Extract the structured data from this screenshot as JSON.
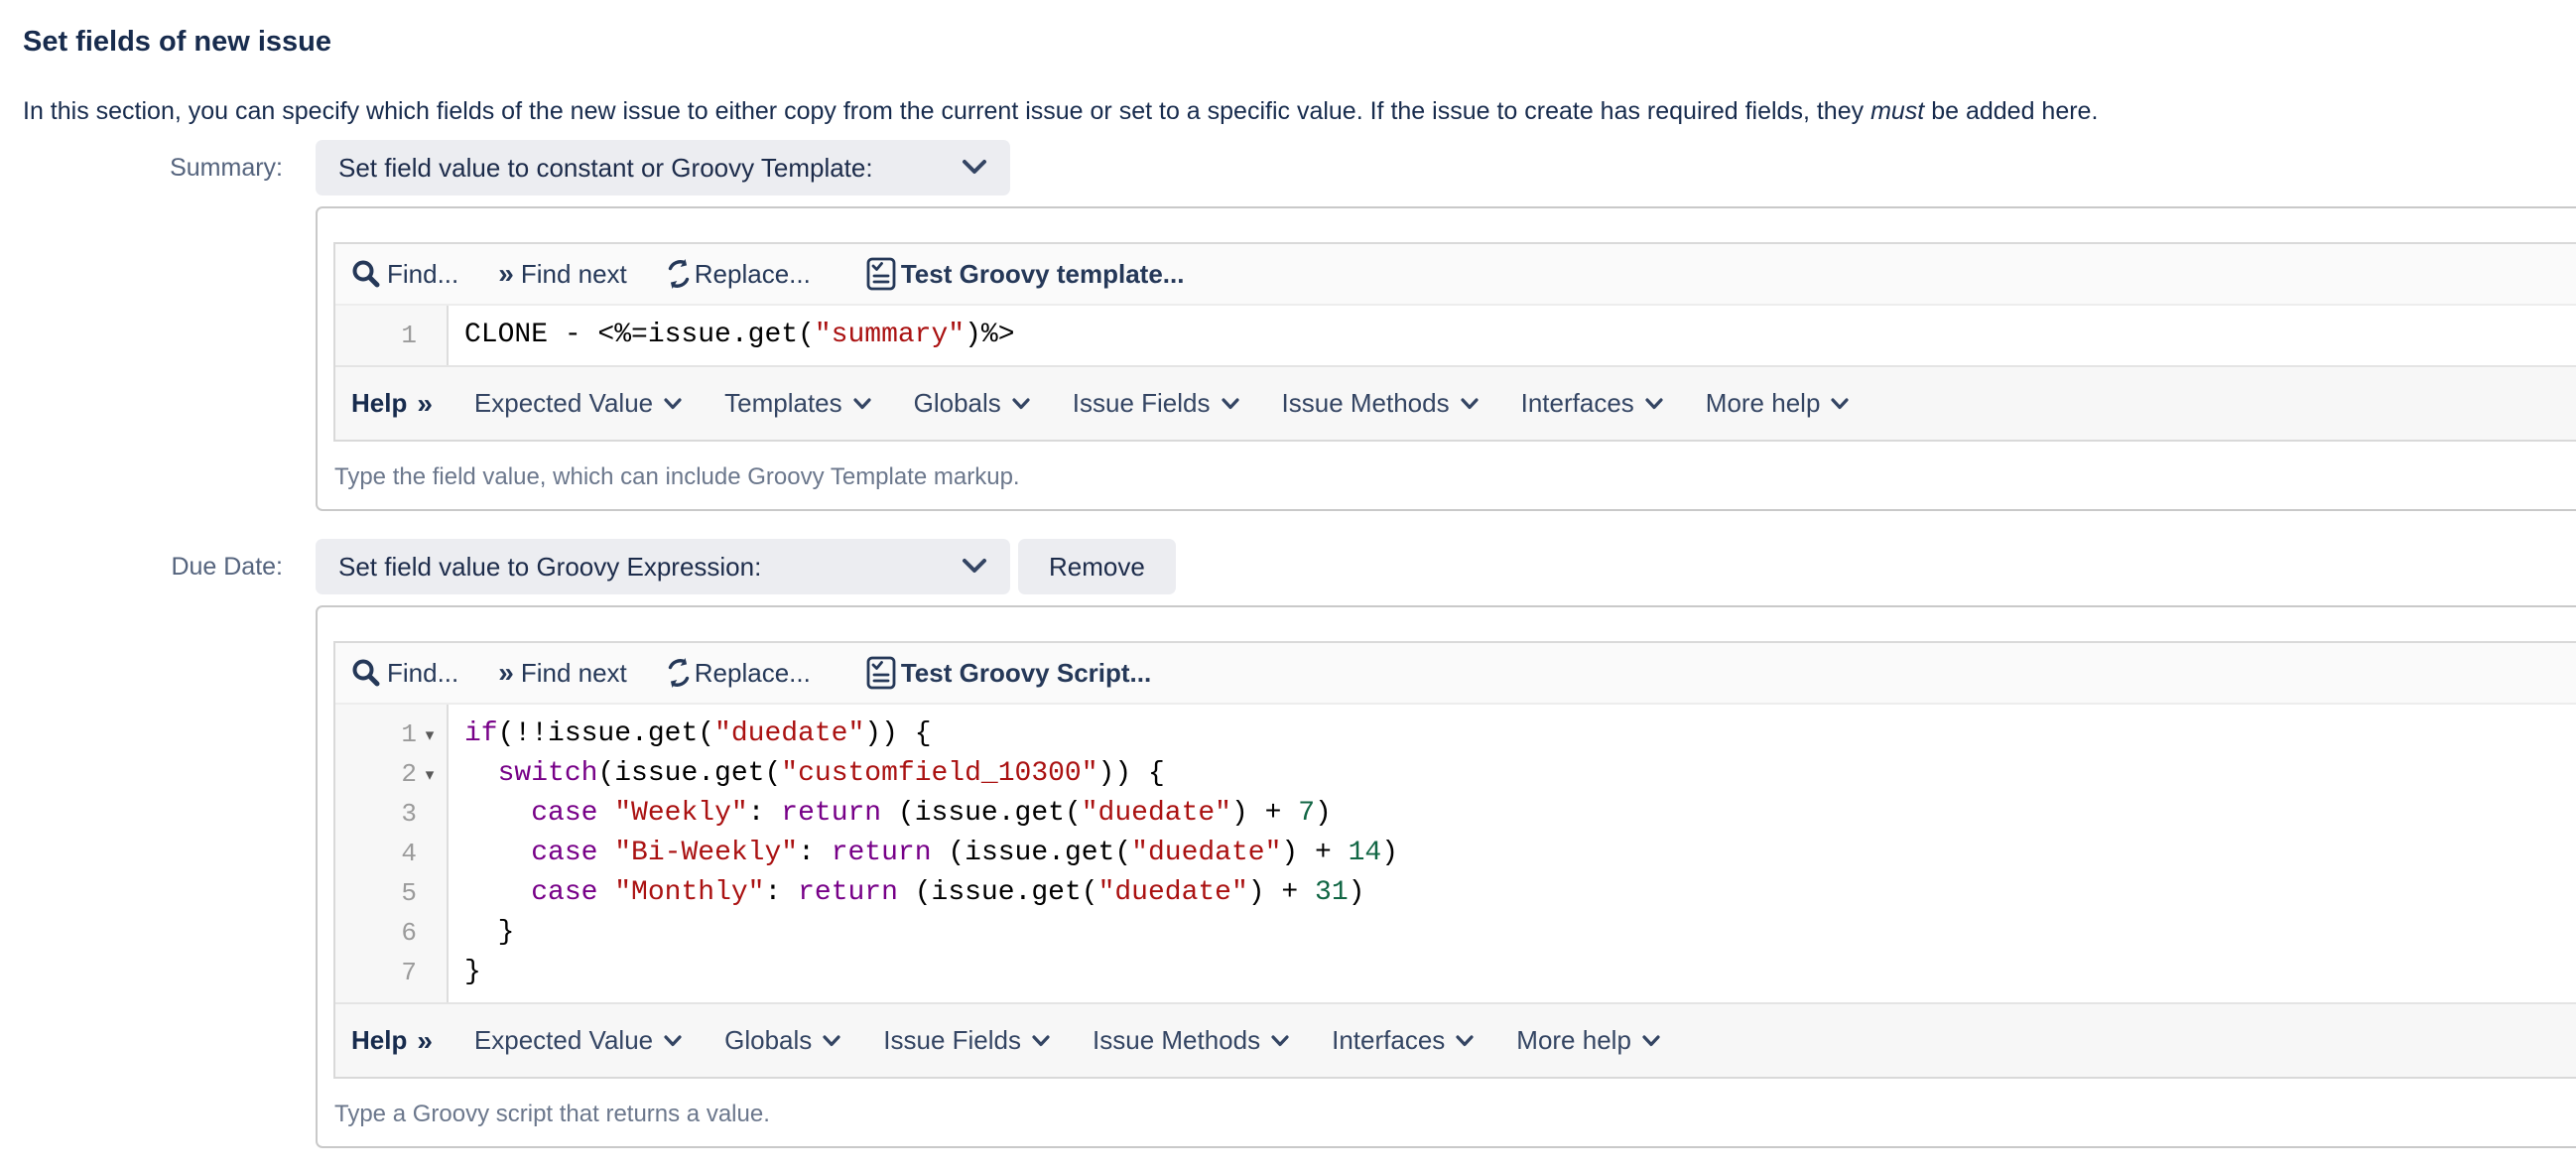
{
  "page": {
    "title": "Set fields of new issue",
    "description": {
      "prefix": "In this section, you can specify which fields of the new issue to either copy from the current issue or set to a specific value. If the issue to create has required fields, they ",
      "em": "must",
      "suffix": " be added here."
    }
  },
  "colors": {
    "text_navy": "#172B4D",
    "control_bg": "#ECEDF1",
    "code_keyword": "#770088",
    "code_string": "#AA1111",
    "code_number": "#116644",
    "line_number": "#9B9B9B"
  },
  "fields": [
    {
      "label": "Summary:",
      "setter_value": "Set field value to constant or Groovy Template:",
      "editor": {
        "toolbar": {
          "find": "Find...",
          "find_next": "Find next",
          "replace": "Replace...",
          "test": "Test Groovy template..."
        },
        "code": [
          {
            "num": 1,
            "fold": false,
            "tokens": [
              {
                "t": "CLONE - <%=issue.get(",
                "c": "plain"
              },
              {
                "t": "\"summary\"",
                "c": "string"
              },
              {
                "t": ")%>",
                "c": "plain"
              }
            ]
          }
        ],
        "help_label": "Help",
        "help_items": [
          "Expected Value",
          "Templates",
          "Globals",
          "Issue Fields",
          "Issue Methods",
          "Interfaces",
          "More help"
        ]
      },
      "hint": "Type the field value, which can include Groovy Template markup."
    },
    {
      "label": "Due Date:",
      "setter_value": "Set field value to Groovy Expression:",
      "remove_label": "Remove",
      "editor": {
        "toolbar": {
          "find": "Find...",
          "find_next": "Find next",
          "replace": "Replace...",
          "test": "Test Groovy Script..."
        },
        "code": [
          {
            "num": 1,
            "fold": true,
            "tokens": [
              {
                "t": "if",
                "c": "keyword"
              },
              {
                "t": "(!!issue.get(",
                "c": "plain"
              },
              {
                "t": "\"duedate\"",
                "c": "string"
              },
              {
                "t": ")) {",
                "c": "plain"
              }
            ]
          },
          {
            "num": 2,
            "fold": true,
            "tokens": [
              {
                "t": "  ",
                "c": "plain"
              },
              {
                "t": "switch",
                "c": "keyword"
              },
              {
                "t": "(issue.get(",
                "c": "plain"
              },
              {
                "t": "\"customfield_10300\"",
                "c": "string"
              },
              {
                "t": ")) {",
                "c": "plain"
              }
            ]
          },
          {
            "num": 3,
            "fold": false,
            "tokens": [
              {
                "t": "    ",
                "c": "plain"
              },
              {
                "t": "case",
                "c": "keyword"
              },
              {
                "t": " ",
                "c": "plain"
              },
              {
                "t": "\"Weekly\"",
                "c": "string"
              },
              {
                "t": ": ",
                "c": "plain"
              },
              {
                "t": "return",
                "c": "keyword"
              },
              {
                "t": " (issue.get(",
                "c": "plain"
              },
              {
                "t": "\"duedate\"",
                "c": "string"
              },
              {
                "t": ") + ",
                "c": "plain"
              },
              {
                "t": "7",
                "c": "number"
              },
              {
                "t": ")",
                "c": "plain"
              }
            ]
          },
          {
            "num": 4,
            "fold": false,
            "tokens": [
              {
                "t": "    ",
                "c": "plain"
              },
              {
                "t": "case",
                "c": "keyword"
              },
              {
                "t": " ",
                "c": "plain"
              },
              {
                "t": "\"Bi-Weekly\"",
                "c": "string"
              },
              {
                "t": ": ",
                "c": "plain"
              },
              {
                "t": "return",
                "c": "keyword"
              },
              {
                "t": " (issue.get(",
                "c": "plain"
              },
              {
                "t": "\"duedate\"",
                "c": "string"
              },
              {
                "t": ") + ",
                "c": "plain"
              },
              {
                "t": "14",
                "c": "number"
              },
              {
                "t": ")",
                "c": "plain"
              }
            ]
          },
          {
            "num": 5,
            "fold": false,
            "tokens": [
              {
                "t": "    ",
                "c": "plain"
              },
              {
                "t": "case",
                "c": "keyword"
              },
              {
                "t": " ",
                "c": "plain"
              },
              {
                "t": "\"Monthly\"",
                "c": "string"
              },
              {
                "t": ": ",
                "c": "plain"
              },
              {
                "t": "return",
                "c": "keyword"
              },
              {
                "t": " (issue.get(",
                "c": "plain"
              },
              {
                "t": "\"duedate\"",
                "c": "string"
              },
              {
                "t": ") + ",
                "c": "plain"
              },
              {
                "t": "31",
                "c": "number"
              },
              {
                "t": ")",
                "c": "plain"
              }
            ]
          },
          {
            "num": 6,
            "fold": false,
            "tokens": [
              {
                "t": "  }",
                "c": "plain"
              }
            ]
          },
          {
            "num": 7,
            "fold": false,
            "tokens": [
              {
                "t": "}",
                "c": "plain"
              }
            ]
          }
        ],
        "help_label": "Help",
        "help_items": [
          "Expected Value",
          "Globals",
          "Issue Fields",
          "Issue Methods",
          "Interfaces",
          "More help"
        ]
      },
      "hint": "Type a Groovy script that returns a value."
    }
  ]
}
